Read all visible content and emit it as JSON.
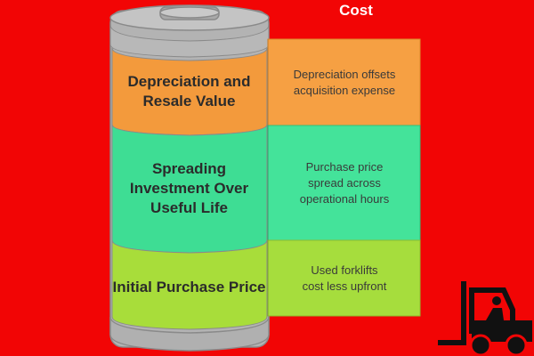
{
  "title_fragment": "Cost",
  "segments": [
    {
      "label": "Depreciation and Resale Value",
      "description": "Depreciation offsets acquisition expense",
      "color": "#f39a3c",
      "side_color": "#f6a043"
    },
    {
      "label": "Spreading Investment Over Useful Life",
      "description": "Purchase price spread across operational hours",
      "color": "#3edd94",
      "side_color": "#44e39a"
    },
    {
      "label": "Initial Purchase Price",
      "description": "Used forklifts cost less upfront",
      "color": "#a8dd3a",
      "side_color": "#a6dd3d"
    }
  ],
  "colors": {
    "background": "#f20505",
    "battery_cap": "#b9b9b9",
    "battery_outline": "#7d7d7d"
  },
  "icons": [
    "forklift-icon"
  ]
}
